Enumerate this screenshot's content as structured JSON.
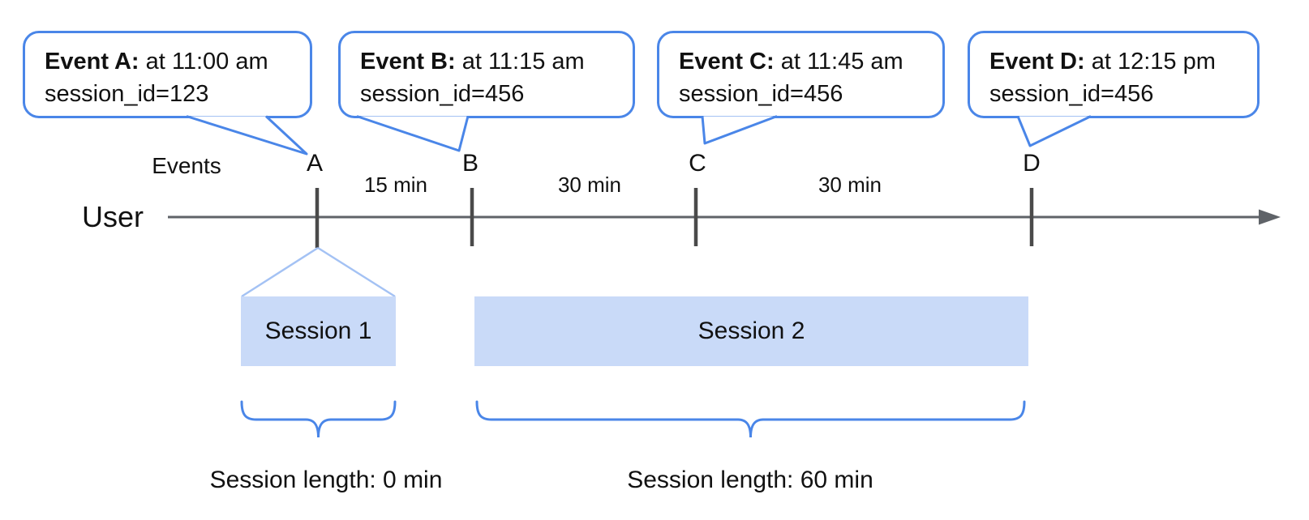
{
  "diagram": {
    "title_context": "User event sessionization timeline",
    "axis": {
      "events_axis_label": "Events",
      "user_label": "User"
    },
    "events": [
      {
        "letter": "A",
        "bubble_bold": "Event A:",
        "bubble_time": "at 11:00 am",
        "bubble_session": "session_id=123"
      },
      {
        "letter": "B",
        "bubble_bold": "Event B:",
        "bubble_time": "at 11:15 am",
        "bubble_session": "session_id=456"
      },
      {
        "letter": "C",
        "bubble_bold": "Event C:",
        "bubble_time": "at 11:45 am",
        "bubble_session": "session_id=456"
      },
      {
        "letter": "D",
        "bubble_bold": "Event D:",
        "bubble_time": "at 12:15 pm",
        "bubble_session": "session_id=456"
      }
    ],
    "intervals": [
      {
        "label": "15 min"
      },
      {
        "label": "30 min"
      },
      {
        "label": "30 min"
      }
    ],
    "sessions": [
      {
        "name": "Session 1",
        "length_label": "Session length: 0 min"
      },
      {
        "name": "Session 2",
        "length_label": "Session length: 60 min"
      }
    ],
    "colors": {
      "accent_blue": "#4a86e8",
      "light_blue_connector": "#a4c2f4",
      "session_bar_fill": "#c9daf8",
      "timeline_gray": "#5f6368",
      "tick_gray": "#4a4a4a",
      "text": "#111111"
    }
  }
}
